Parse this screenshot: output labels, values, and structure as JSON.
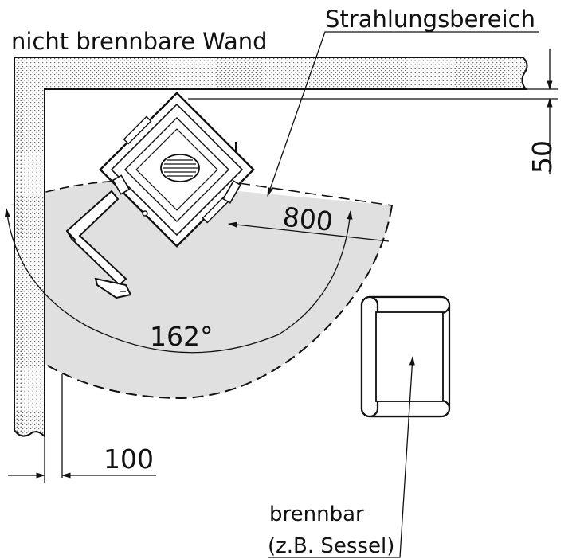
{
  "labels": {
    "wall": "nicht brennbare Wand",
    "radiation_zone": "Strahlungsbereich",
    "dim_side": "50",
    "dim_radius": "800",
    "dim_angle": "162°",
    "dim_bottom": "100",
    "combustible_line1": "brennbar",
    "combustible_line2": "(z.B. Sessel)"
  },
  "colors": {
    "zone_fill": "#e0e0e0",
    "line": "#111111",
    "wall_fill": "#ffffff"
  }
}
